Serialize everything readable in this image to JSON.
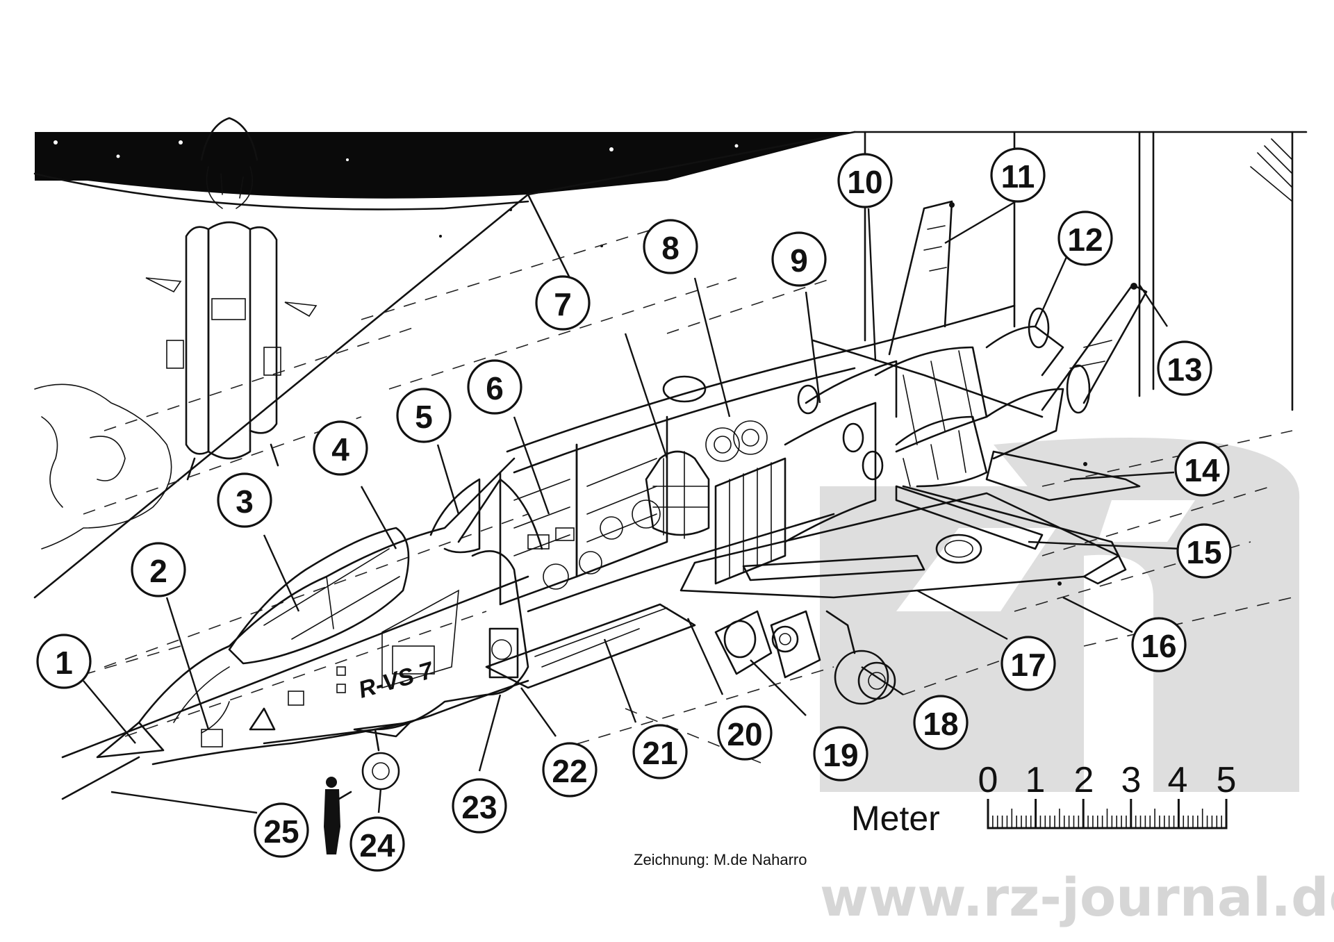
{
  "callouts": [
    "1",
    "2",
    "3",
    "4",
    "5",
    "6",
    "7",
    "8",
    "9",
    "10",
    "11",
    "12",
    "13",
    "14",
    "15",
    "16",
    "17",
    "18",
    "19",
    "20",
    "21",
    "22",
    "23",
    "24",
    "25"
  ],
  "scale": {
    "unit": "Meter",
    "ticks": [
      "0",
      "1",
      "2",
      "3",
      "4",
      "5"
    ]
  },
  "credit": "Zeichnung: M.de Naharro",
  "fuselage_marking": "R-VS 7",
  "watermark": {
    "logo_text": "rz",
    "url": "www.rz-journal.de"
  },
  "colors": {
    "ink": "#111111",
    "paper": "#ffffff",
    "space": "#0a0a0a",
    "watermark": "#d6d6d6"
  }
}
